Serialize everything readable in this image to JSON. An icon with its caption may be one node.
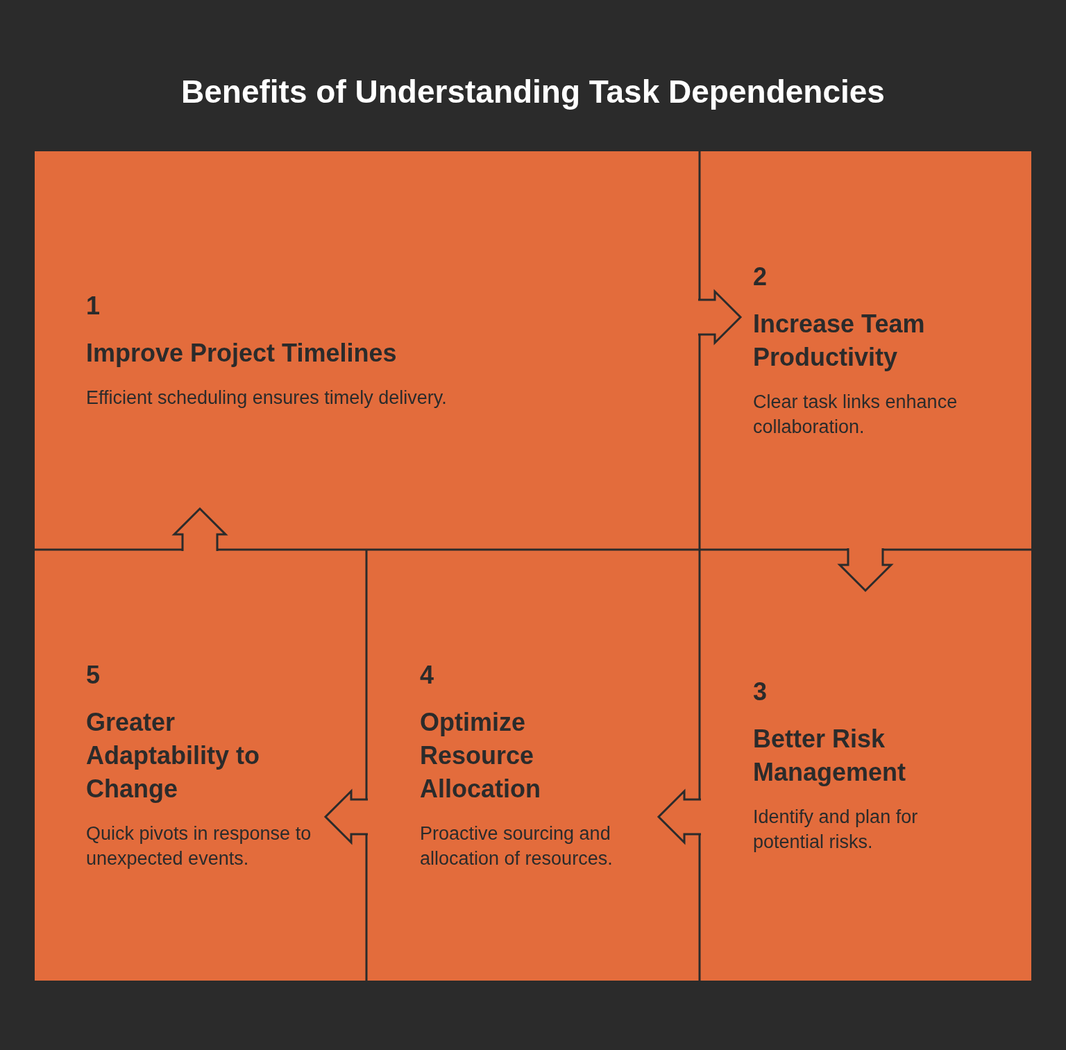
{
  "diagram": {
    "title": "Benefits of Understanding Task Dependencies",
    "nodes": [
      {
        "text": [
          "1",
          "Improve Project Timelines",
          "Efficient scheduling ensures timely delivery."
        ]
      },
      {
        "text": [
          "2",
          "Increase Team Productivity",
          "Clear task links enhance collaboration."
        ]
      },
      {
        "text": [
          "3",
          "Better Risk Management",
          "Identify and plan for potential risks."
        ]
      },
      {
        "text": [
          "4",
          "Optimize Resource Allocation",
          "Proactive sourcing and allocation of resources."
        ]
      },
      {
        "text": [
          "5",
          "Greater Adaptability to Change",
          "Quick pivots in response to unexpected events."
        ]
      }
    ],
    "edges": [
      {
        "from": 0,
        "to": 1,
        "arrow": "to"
      },
      {
        "from": 1,
        "to": 2,
        "arrow": "to"
      },
      {
        "from": 2,
        "to": 3,
        "arrow": "to"
      },
      {
        "from": 3,
        "to": 4,
        "arrow": "to"
      },
      {
        "from": 4,
        "to": 0,
        "arrow": "to"
      }
    ]
  }
}
